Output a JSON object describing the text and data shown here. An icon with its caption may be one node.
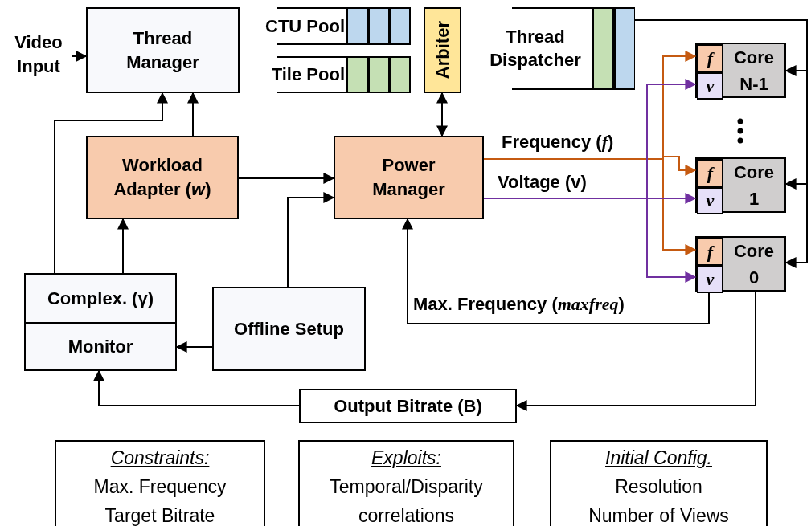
{
  "diagram": {
    "nodes": [
      {
        "text": [
          "Video Input"
        ]
      },
      {
        "text": [
          "Thread Manager"
        ]
      },
      {
        "text": [
          "CTU Pool"
        ]
      },
      {
        "text": [
          "Tile Pool"
        ]
      },
      {
        "text": [
          "Arbiter"
        ]
      },
      {
        "text": [
          "Thread Dispatcher"
        ]
      },
      {
        "text": [
          "Workload Adapter (*w*)"
        ]
      },
      {
        "text": [
          "Power Manager"
        ]
      },
      {
        "text": [
          "Complex. (γ)",
          "Monitor"
        ]
      },
      {
        "text": [
          "Offline Setup"
        ]
      },
      {
        "text": [
          "Core N-1"
        ]
      },
      {
        "text": [
          "f"
        ],
        "in": 10
      },
      {
        "text": [
          "v"
        ],
        "in": 10
      },
      {
        "text": [
          "Core 1"
        ]
      },
      {
        "text": [
          "f"
        ],
        "in": 13
      },
      {
        "text": [
          "v"
        ],
        "in": 13
      },
      {
        "text": [
          "Core 0"
        ]
      },
      {
        "text": [
          "f"
        ],
        "in": 16
      },
      {
        "text": [
          "v"
        ],
        "in": 16
      },
      {
        "text": [
          "Output Bitrate (B)"
        ]
      },
      {
        "text": [
          "Constraints:",
          "Max. Frequency",
          "Target Bitrate"
        ]
      },
      {
        "text": [
          "Exploits:",
          "Temporal/Disparity correlations"
        ]
      },
      {
        "text": [
          "Initial Config.",
          "Resolution",
          "Number of Views"
        ]
      }
    ],
    "edges": [
      {
        "from": 0,
        "to": 1,
        "arrow": "to"
      },
      {
        "from": 8,
        "to": 1,
        "arrow": "to"
      },
      {
        "from": 6,
        "to": 1,
        "arrow": "to"
      },
      {
        "from": 8,
        "to": 6,
        "arrow": "to"
      },
      {
        "from": 6,
        "to": 7,
        "arrow": "to"
      },
      {
        "from": 9,
        "to": 7,
        "arrow": "to"
      },
      {
        "from": 9,
        "to": 8,
        "arrow": "to"
      },
      {
        "from": 4,
        "to": 7,
        "arrow": "both"
      },
      {
        "from": 7,
        "to": 11,
        "arrow": "to",
        "color": "#c55a11"
      },
      {
        "from": 7,
        "to": 14,
        "arrow": "to",
        "color": "#c55a11",
        "label": "Frequency (*f*)"
      },
      {
        "from": 7,
        "to": 17,
        "arrow": "to",
        "color": "#c55a11"
      },
      {
        "from": 7,
        "to": 12,
        "arrow": "to",
        "color": "#7030a0"
      },
      {
        "from": 7,
        "to": 15,
        "arrow": "to",
        "color": "#7030a0",
        "label": "Voltage (v)"
      },
      {
        "from": 7,
        "to": 18,
        "arrow": "to",
        "color": "#7030a0"
      },
      {
        "from": 16,
        "to": 7,
        "arrow": "to",
        "label": "Max. Frequency (*maxfreq*)"
      },
      {
        "from": 16,
        "to": 19,
        "arrow": "to"
      },
      {
        "from": 19,
        "to": 8,
        "arrow": "to"
      },
      {
        "from": 5,
        "to": 10,
        "arrow": "to"
      },
      {
        "from": 5,
        "to": 13,
        "arrow": "to"
      },
      {
        "from": 5,
        "to": 16,
        "arrow": "to"
      }
    ]
  }
}
